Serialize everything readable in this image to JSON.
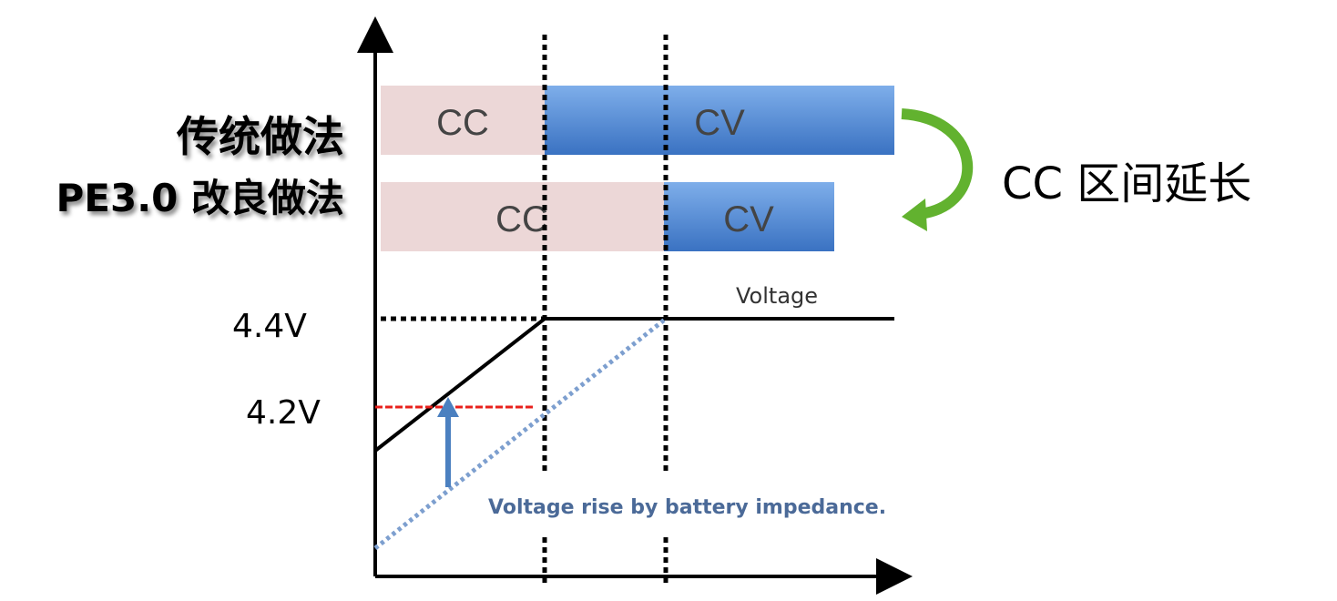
{
  "rows": {
    "traditional": "传统做法",
    "improved": "PE3.0 改良做法"
  },
  "bars": {
    "traditional": {
      "cc": "CC",
      "cv": "CV"
    },
    "improved": {
      "cc": "CC",
      "cv": "CV"
    }
  },
  "annotation": "CC 区间延长",
  "voltage_label": "Voltage",
  "y_labels": {
    "v44": "4.4V",
    "v42": "4.2V"
  },
  "impedance_note": "Voltage rise by battery impedance.",
  "colors": {
    "cc": "#ecd7d7",
    "cv_top": "#79a9e6",
    "cv_bottom": "#3b74c4",
    "arrow_green": "#62b22f",
    "red_line": "#e8201c",
    "impedance_blue": "#4b77b4"
  }
}
